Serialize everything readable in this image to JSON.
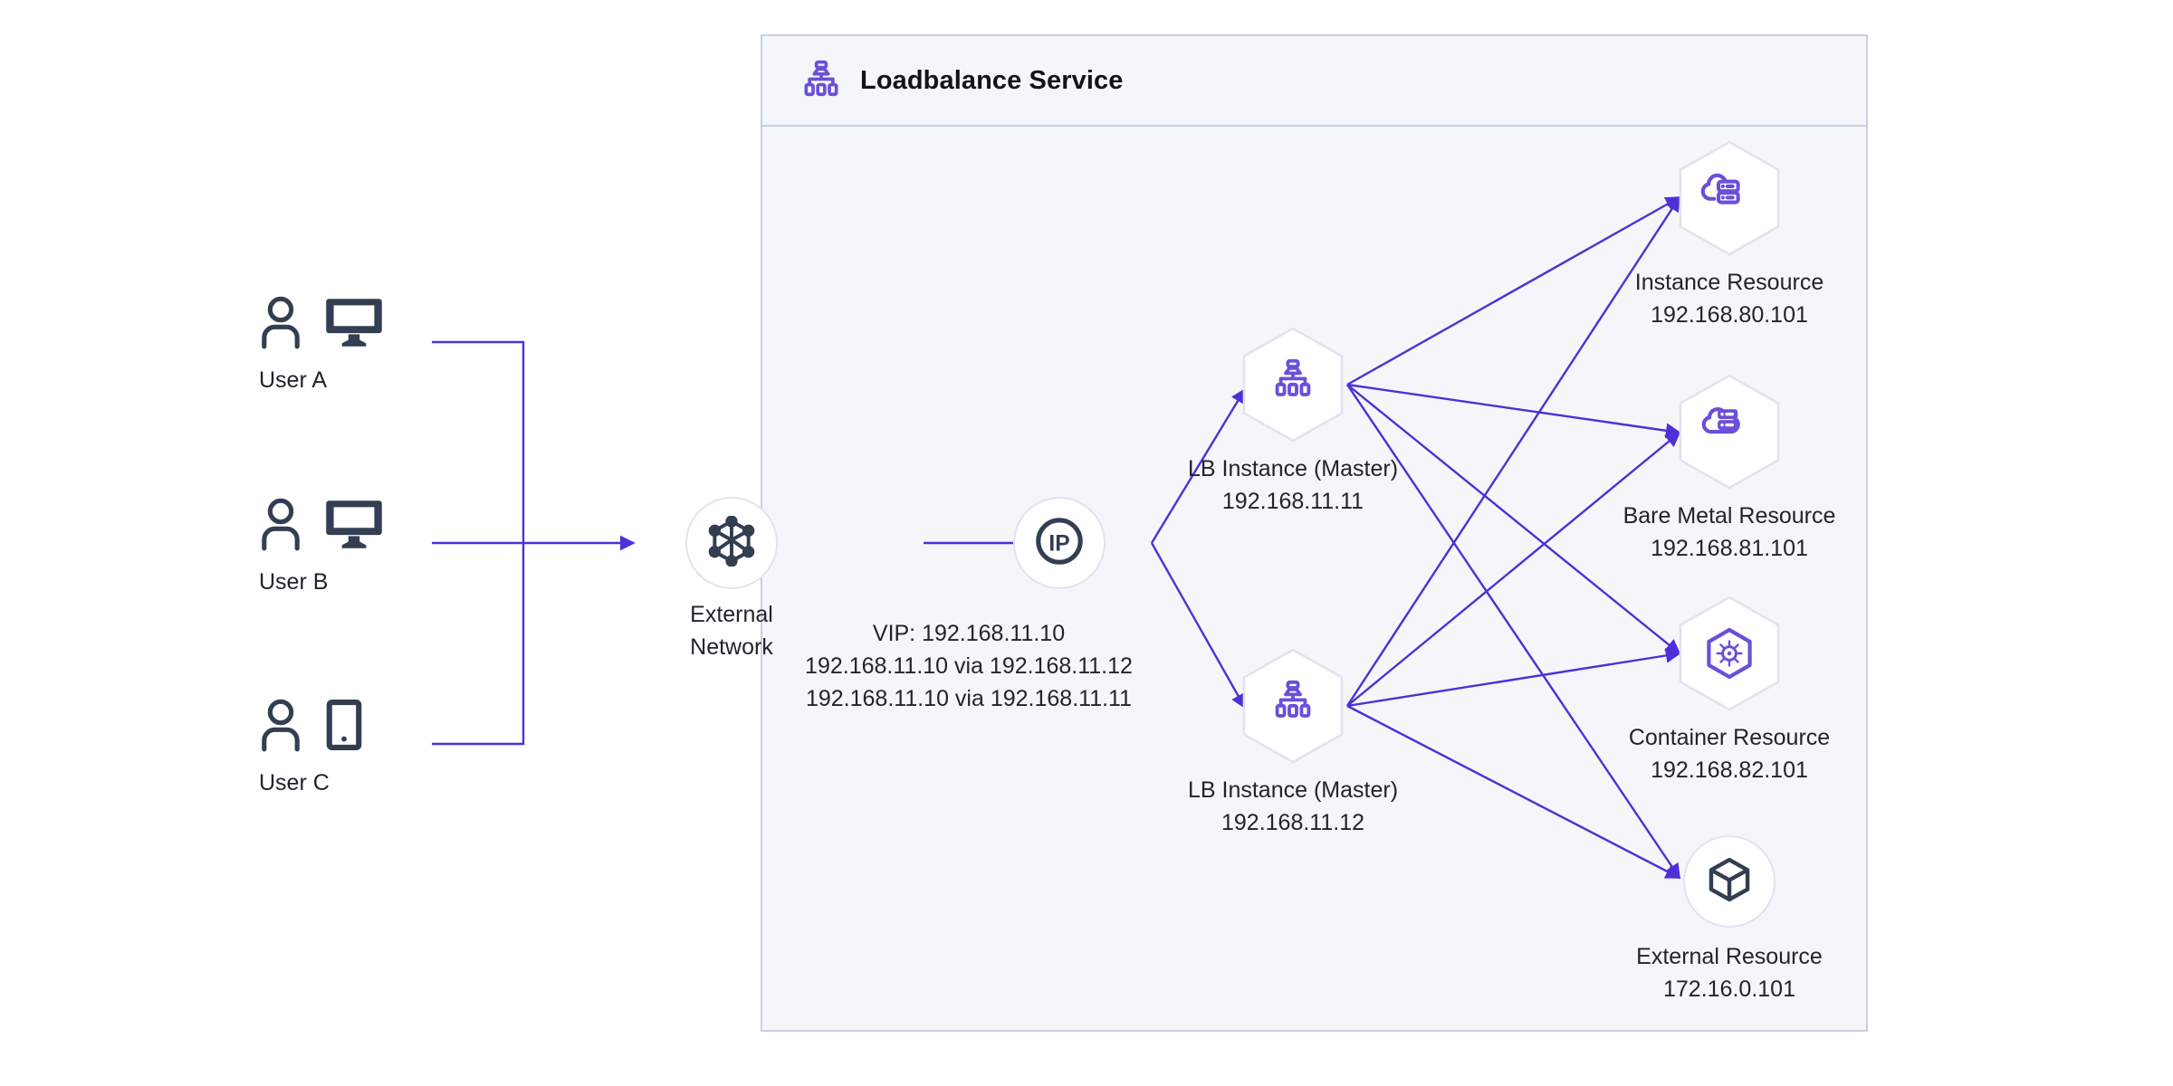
{
  "panel": {
    "title": "Loadbalance Service",
    "icon": "loadbalancer-icon",
    "border_color": "#c6d0e0",
    "background_color": "#f4f6fa"
  },
  "theme": {
    "accent": "#4f2fd7",
    "dark": "#333e52",
    "icon_purple": "#6b4fd8",
    "text": "#20242c",
    "node_border": "#dfe4ee"
  },
  "users": [
    {
      "label": "User A",
      "device": "desktop-monitor-icon"
    },
    {
      "label": "User B",
      "device": "desktop-monitor-icon"
    },
    {
      "label": "User C",
      "device": "mobile-phone-icon"
    }
  ],
  "external_network": {
    "label_line1": "External",
    "label_line2": "Network",
    "icon": "network-cube-icon"
  },
  "vip": {
    "icon": "ip-badge-icon",
    "lines": [
      "VIP: 192.168.11.10",
      "192.168.11.10 via 192.168.11.12",
      "192.168.11.10 via 192.168.11.11"
    ]
  },
  "lb_instances": [
    {
      "label": "LB Instance (Master)",
      "ip": "192.168.11.11",
      "icon": "loadbalancer-icon"
    },
    {
      "label": "LB Instance (Master)",
      "ip": "192.168.11.12",
      "icon": "loadbalancer-icon"
    }
  ],
  "resources": [
    {
      "label": "Instance Resource",
      "ip": "192.168.80.101",
      "icon": "cloud-server-icon",
      "shape": "hexagon"
    },
    {
      "label": "Bare Metal Resource",
      "ip": "192.168.81.101",
      "icon": "bare-metal-icon",
      "shape": "hexagon"
    },
    {
      "label": "Container Resource",
      "ip": "192.168.82.101",
      "icon": "kubernetes-helm-icon",
      "shape": "hexagon"
    },
    {
      "label": "External Resource",
      "ip": "172.16.0.101",
      "icon": "cube-icon",
      "shape": "circle"
    }
  ]
}
